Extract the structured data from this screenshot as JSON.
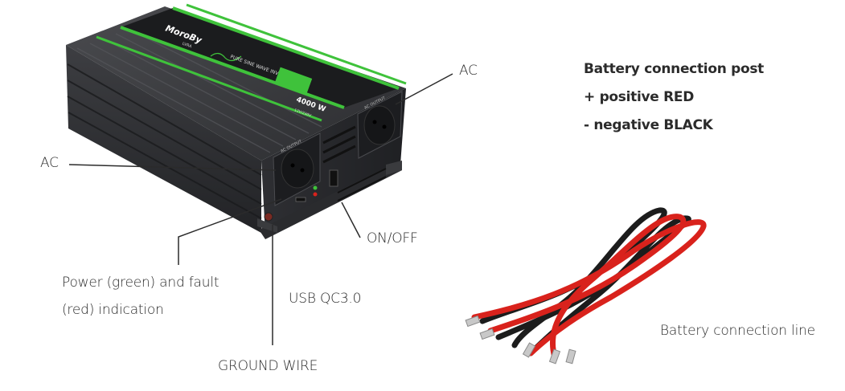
{
  "device": {
    "brand_logo": "MoroBy",
    "brand_sub": "LVRA",
    "model_text": "PURE SINE WAVE INVERTER",
    "power_badge": "4000 W",
    "voltage_text": "12V/230V",
    "socket_label": "AC OUTPUT"
  },
  "callouts": {
    "ac_right": "AC",
    "ac_left": "AC",
    "on_off": "ON/OFF",
    "indication_line1": "Power (green) and fault",
    "indication_line2": "(red) indication",
    "usb": "USB QC3.0",
    "ground": "GROUND WIRE",
    "battery_line": "Battery connection line"
  },
  "battery_post": {
    "title": "Battery connection post",
    "positive": "+ positive RED",
    "negative": "- negative BLACK"
  },
  "colors": {
    "accent_green": "#3fc23b",
    "body_dark": "#3a3b3e",
    "cable_red": "#d9221c",
    "cable_black": "#1c1c1c"
  }
}
